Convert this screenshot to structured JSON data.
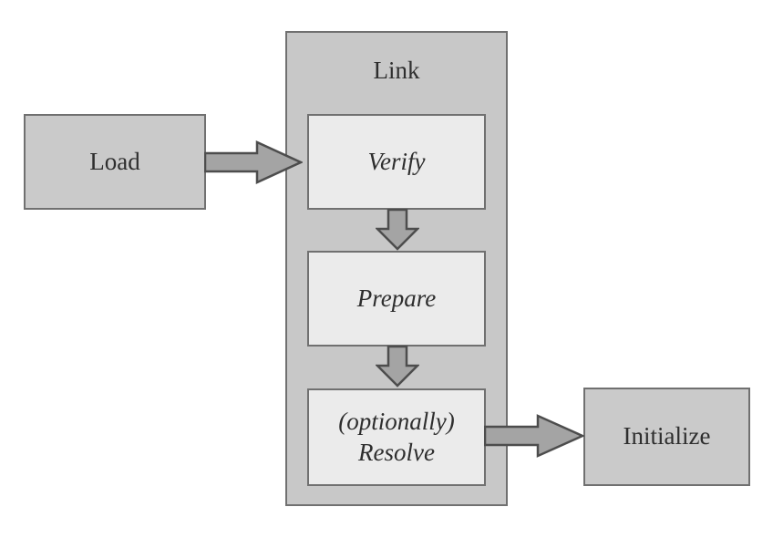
{
  "diagram": {
    "nodes": {
      "load": {
        "label": "Load"
      },
      "link_group": {
        "label": "Link"
      },
      "verify": {
        "label": "Verify"
      },
      "prepare": {
        "label": "Prepare"
      },
      "resolve": {
        "label_line1": "(optionally)",
        "label_line2": "Resolve"
      },
      "initialize": {
        "label": "Initialize"
      }
    },
    "edges": [
      {
        "from": "Load",
        "to": "Verify",
        "direction": "right"
      },
      {
        "from": "Verify",
        "to": "Prepare",
        "direction": "down"
      },
      {
        "from": "Prepare",
        "to": "Resolve",
        "direction": "down"
      },
      {
        "from": "Resolve",
        "to": "Initialize",
        "direction": "right"
      }
    ],
    "colors": {
      "background": "#ffffff",
      "group_fill": "#c8c8c8",
      "node_fill": "#cacaca",
      "step_fill": "#ebebeb",
      "border": "#707070",
      "arrow_fill": "#a4a4a4",
      "arrow_stroke": "#4d4d4d",
      "text": "#2e2e2e"
    }
  }
}
